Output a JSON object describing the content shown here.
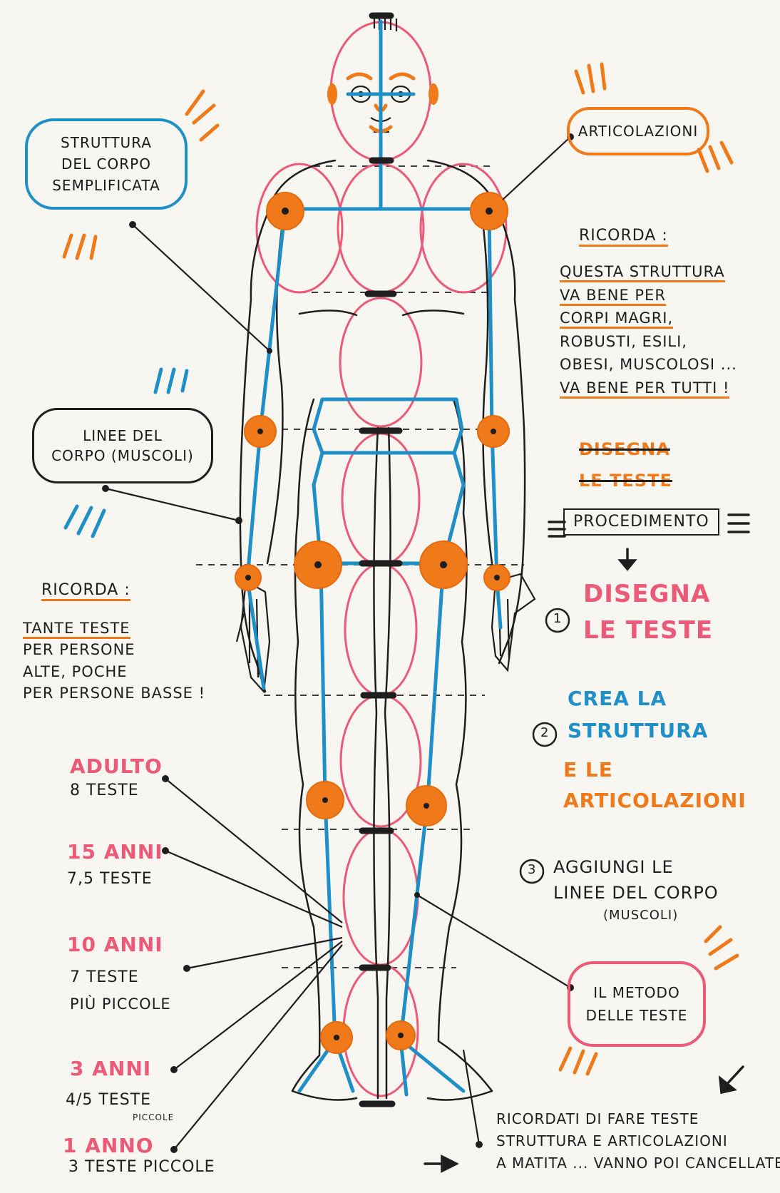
{
  "callouts": {
    "struttura": [
      "STRUTTURA",
      "DEL CORPO",
      "SEMPLIFICATA"
    ],
    "articolazioni": "ARTICOLAZIONI",
    "linee_corpo": [
      "LINEE DEL",
      "CORPO (MUSCOLI)"
    ],
    "metodo_teste": [
      "IL METODO",
      "DELLE TESTE"
    ]
  },
  "ricorda_right": {
    "heading": "RICORDA :",
    "lines": [
      "QUESTA STRUTTURA",
      "VA BENE PER",
      "CORPI MAGRI,",
      "ROBUSTI, ESILI,",
      "OBESI, MUSCOLOSI ...",
      "VA BENE PER TUTTI !"
    ]
  },
  "crossed": [
    "DISEGNA",
    "LE TESTE"
  ],
  "procedimento": {
    "title": "PROCEDIMENTO",
    "step1_num": "1",
    "step1": [
      "DISEGNA",
      "LE TESTE"
    ],
    "step2_num": "2",
    "step2_blue": [
      "CREA LA",
      "STRUTTURA"
    ],
    "step2_orange": [
      "E LE",
      "ARTICOLAZIONI"
    ],
    "step3_num": "3",
    "step3": [
      "AGGIUNGI LE",
      "LINEE DEL CORPO",
      "(MUSCOLI)"
    ]
  },
  "ricorda_left": {
    "heading": "RICORDA :",
    "lines": [
      "TANTE TESTE",
      "PER PERSONE",
      "ALTE, POCHE",
      "PER PERSONE BASSE !"
    ]
  },
  "ages": [
    {
      "age": "ADULTO",
      "heads": "8 TESTE"
    },
    {
      "age": "15 ANNI",
      "heads": "7,5 TESTE"
    },
    {
      "age": "10 ANNI",
      "heads": "7 TESTE",
      "extra": "PIÙ PICCOLE"
    },
    {
      "age": "3 ANNI",
      "heads": "4/5 TESTE",
      "extra": "PICCOLE"
    },
    {
      "age": "1 ANNO",
      "heads": "3 TESTE PICCOLE"
    }
  ],
  "bottom_note": [
    "RICORDATI DI FARE TESTE",
    "STRUTTURA E ARTICOLAZIONI",
    "A MATITA ... VANNO POI CANCELLATE !"
  ],
  "colors": {
    "ink": "#1e1e1e",
    "structure_blue": "#1f8fc8",
    "joint_orange": "#f07a1a",
    "head_pink": "#ec5a78"
  }
}
